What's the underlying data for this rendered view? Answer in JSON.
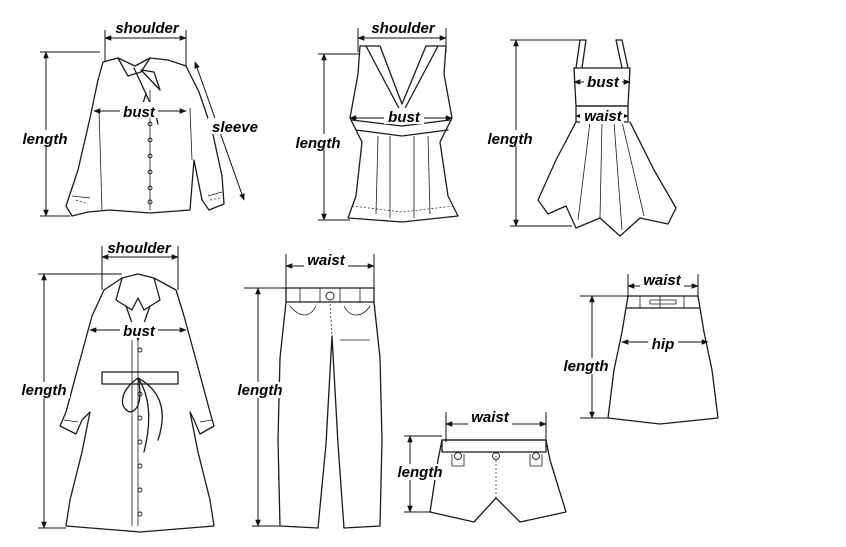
{
  "labels": {
    "shoulder": "shoulder",
    "bust": "bust",
    "sleeve": "sleeve",
    "length": "length",
    "waist": "waist",
    "hip": "hip"
  }
}
